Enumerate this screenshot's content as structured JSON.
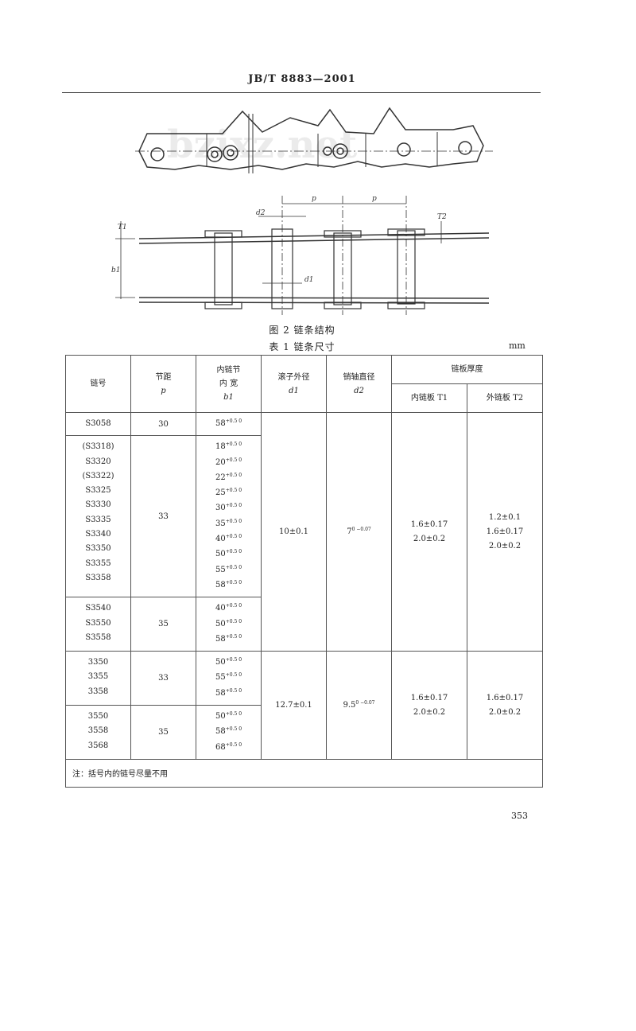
{
  "header": {
    "standard": "JB/T 8883—2001"
  },
  "figure": {
    "caption": "图 2   链条结构",
    "watermark": "bzixz.net",
    "labels": {
      "p1": "p",
      "p2": "p",
      "d2": "d2",
      "d1": "d1",
      "T1": "T1",
      "T2": "T2",
      "b1": "b1"
    }
  },
  "table": {
    "caption": "表 1   链条尺寸",
    "unit": "mm",
    "headers": {
      "chain_no": "链号",
      "pitch_title": "节距",
      "pitch_sym": "p",
      "inner_title1": "内链节",
      "inner_title2": "内  宽",
      "inner_sym": "b1",
      "roller_title": "滚子外径",
      "roller_sym": "d1",
      "pin_title": "销轴直径",
      "pin_sym": "d2",
      "plate_title": "链板厚度",
      "inner_plate": "内链板 T1",
      "outer_plate": "外链板 T2"
    },
    "groups": [
      {
        "chain_nos": [
          "S3058"
        ],
        "pitch": "30",
        "widths": [
          {
            "v": "58",
            "t": "+0.5 0"
          }
        ]
      },
      {
        "chain_nos": [
          "(S3318)",
          "S3320",
          "(S3322)",
          "S3325",
          "S3330",
          "S3335",
          "S3340",
          "S3350",
          "S3355",
          "S3358"
        ],
        "pitch": "33",
        "widths": [
          {
            "v": "18",
            "t": "+0.5 0"
          },
          {
            "v": "20",
            "t": "+0.5 0"
          },
          {
            "v": "22",
            "t": "+0.5 0"
          },
          {
            "v": "25",
            "t": "+0.5 0"
          },
          {
            "v": "30",
            "t": "+0.5 0"
          },
          {
            "v": "35",
            "t": "+0.5 0"
          },
          {
            "v": "40",
            "t": "+0.5 0"
          },
          {
            "v": "50",
            "t": "+0.5 0"
          },
          {
            "v": "55",
            "t": "+0.5 0"
          },
          {
            "v": "58",
            "t": "+0.5 0"
          }
        ]
      },
      {
        "chain_nos": [
          "S3540",
          "S3550",
          "S3558"
        ],
        "pitch": "35",
        "widths": [
          {
            "v": "40",
            "t": "+0.5 0"
          },
          {
            "v": "50",
            "t": "+0.5 0"
          },
          {
            "v": "58",
            "t": "+0.5 0"
          }
        ]
      },
      {
        "chain_nos": [
          "3350",
          "3355",
          "3358"
        ],
        "pitch": "33",
        "widths": [
          {
            "v": "50",
            "t": "+0.5 0"
          },
          {
            "v": "55",
            "t": "+0.5 0"
          },
          {
            "v": "58",
            "t": "+0.5 0"
          }
        ]
      },
      {
        "chain_nos": [
          "3550",
          "3558",
          "3568"
        ],
        "pitch": "35",
        "widths": [
          {
            "v": "50",
            "t": "+0.5 0"
          },
          {
            "v": "58",
            "t": "+0.5 0"
          },
          {
            "v": "68",
            "t": "+0.5 0"
          }
        ]
      }
    ],
    "blocks": [
      {
        "roller": "10±0.1",
        "pin": "7",
        "pin_tol": "0 −0.07",
        "inner": [
          "1.6±0.17",
          "2.0±0.2"
        ],
        "outer": [
          "1.2±0.1",
          "1.6±0.17",
          "2.0±0.2"
        ]
      },
      {
        "roller": "12.7±0.1",
        "pin": "9.5",
        "pin_tol": "0 −0.07",
        "inner": [
          "1.6±0.17",
          "2.0±0.2"
        ],
        "outer": [
          "1.6±0.17",
          "2.0±0.2"
        ]
      }
    ],
    "note": "注：括号内的链号尽量不用"
  },
  "page_number": "353"
}
